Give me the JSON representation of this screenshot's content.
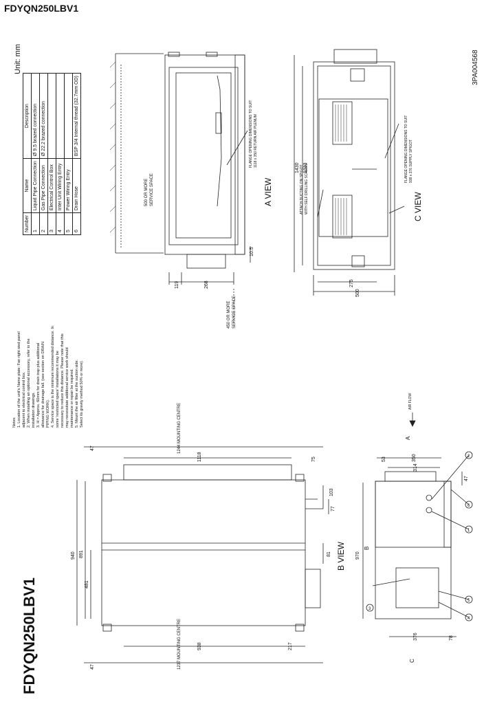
{
  "header": {
    "model": "FDYQN250LBV1",
    "vertical_model": "FDYQN250LBV1",
    "drawing_code": "3PA004568",
    "unit": "Unit: mm"
  },
  "table": {
    "headers": [
      "Number",
      "Name",
      "Description"
    ],
    "rows": [
      [
        "1",
        "Liquid Pipe Connection",
        "Ø 9.5 brazed connection"
      ],
      [
        "2",
        "Gas Pipe Connection",
        "Ø 22.2 brazed connection"
      ],
      [
        "3",
        "Electrical Control Box",
        ""
      ],
      [
        "4",
        "Inter Unit Wiring Entry",
        ""
      ],
      [
        "5",
        "Power Wiring Entry",
        ""
      ],
      [
        "6",
        "Drain Hose",
        "BSP 3/4 Internal thread (32.7mm OD)"
      ]
    ]
  },
  "notes": {
    "title": "Notes",
    "lines": [
      "1. Location of the unit's Name plate: Fan right sied panel",
      "   adjacent to electrical control box.",
      "2. When installing an optional accessory, refer to the",
      "   installation drawings.",
      "3. H = Approx. 60mm for drain trap plus additional",
      "   allowance for drainage fall. (see section on DRAIN",
      "   PIPING WORK).",
      "4. Service space is the minimum recommended distance. In",
      "   some 'restricted space' installations it may be",
      "   necessary to reduce this distance. Please note that this",
      "   may necessitate additional service work should",
      "   maintenance or repair be required.",
      "5. Mount the air filter at the suction side.",
      "   Select its gravity method 50% or more)."
    ]
  },
  "views": {
    "a_view": "A VIEW",
    "b_view": "B VIEW",
    "c_view": "C VIEW",
    "air_flow": "AIR FLOW",
    "a": "A",
    "b": "B",
    "c": "C"
  },
  "annotations": {
    "service_500": "500 OR MORE",
    "service_space": "SERVICE SPACE",
    "service_450": "450 OR MORE",
    "flange_return": "FLANGE OPENING DIMENSIONS TO SUIT",
    "flange_return_2": "1118 x 350 RETURN AIR PLENUM",
    "attach_duct": "ATTACH DUCTING ON SPIGOT",
    "attach_duct_2": "WITH SELF DRILLING SCREWS",
    "flange_supply": "FLANGE OPENING DIMENSIONS TO SUIT",
    "flange_supply_2": "938 x 376 SUPPLY SPIGOT"
  },
  "dims": {
    "d1430": "1430",
    "d1333": "1333",
    "d275": "275",
    "d500": "500",
    "d105": "10.5",
    "d119": "119",
    "d268": "268",
    "d47a": "47",
    "d1244": "1244 MOUNTING CENTRE",
    "d1118": "1118",
    "d75": "75",
    "d940": "940",
    "d891": "891",
    "d481": "481",
    "d103": "103",
    "d77": "77",
    "d81": "81",
    "d938": "938",
    "d217": "217",
    "d1237": "1237 MOUNTING CENTRE",
    "d47b": "47",
    "d53": "53",
    "d350": "350",
    "d314": "314",
    "d47c": "47",
    "d970": "970",
    "d376": "376",
    "d78": "78"
  },
  "callouts": [
    "1",
    "2",
    "3",
    "4",
    "5",
    "6"
  ]
}
